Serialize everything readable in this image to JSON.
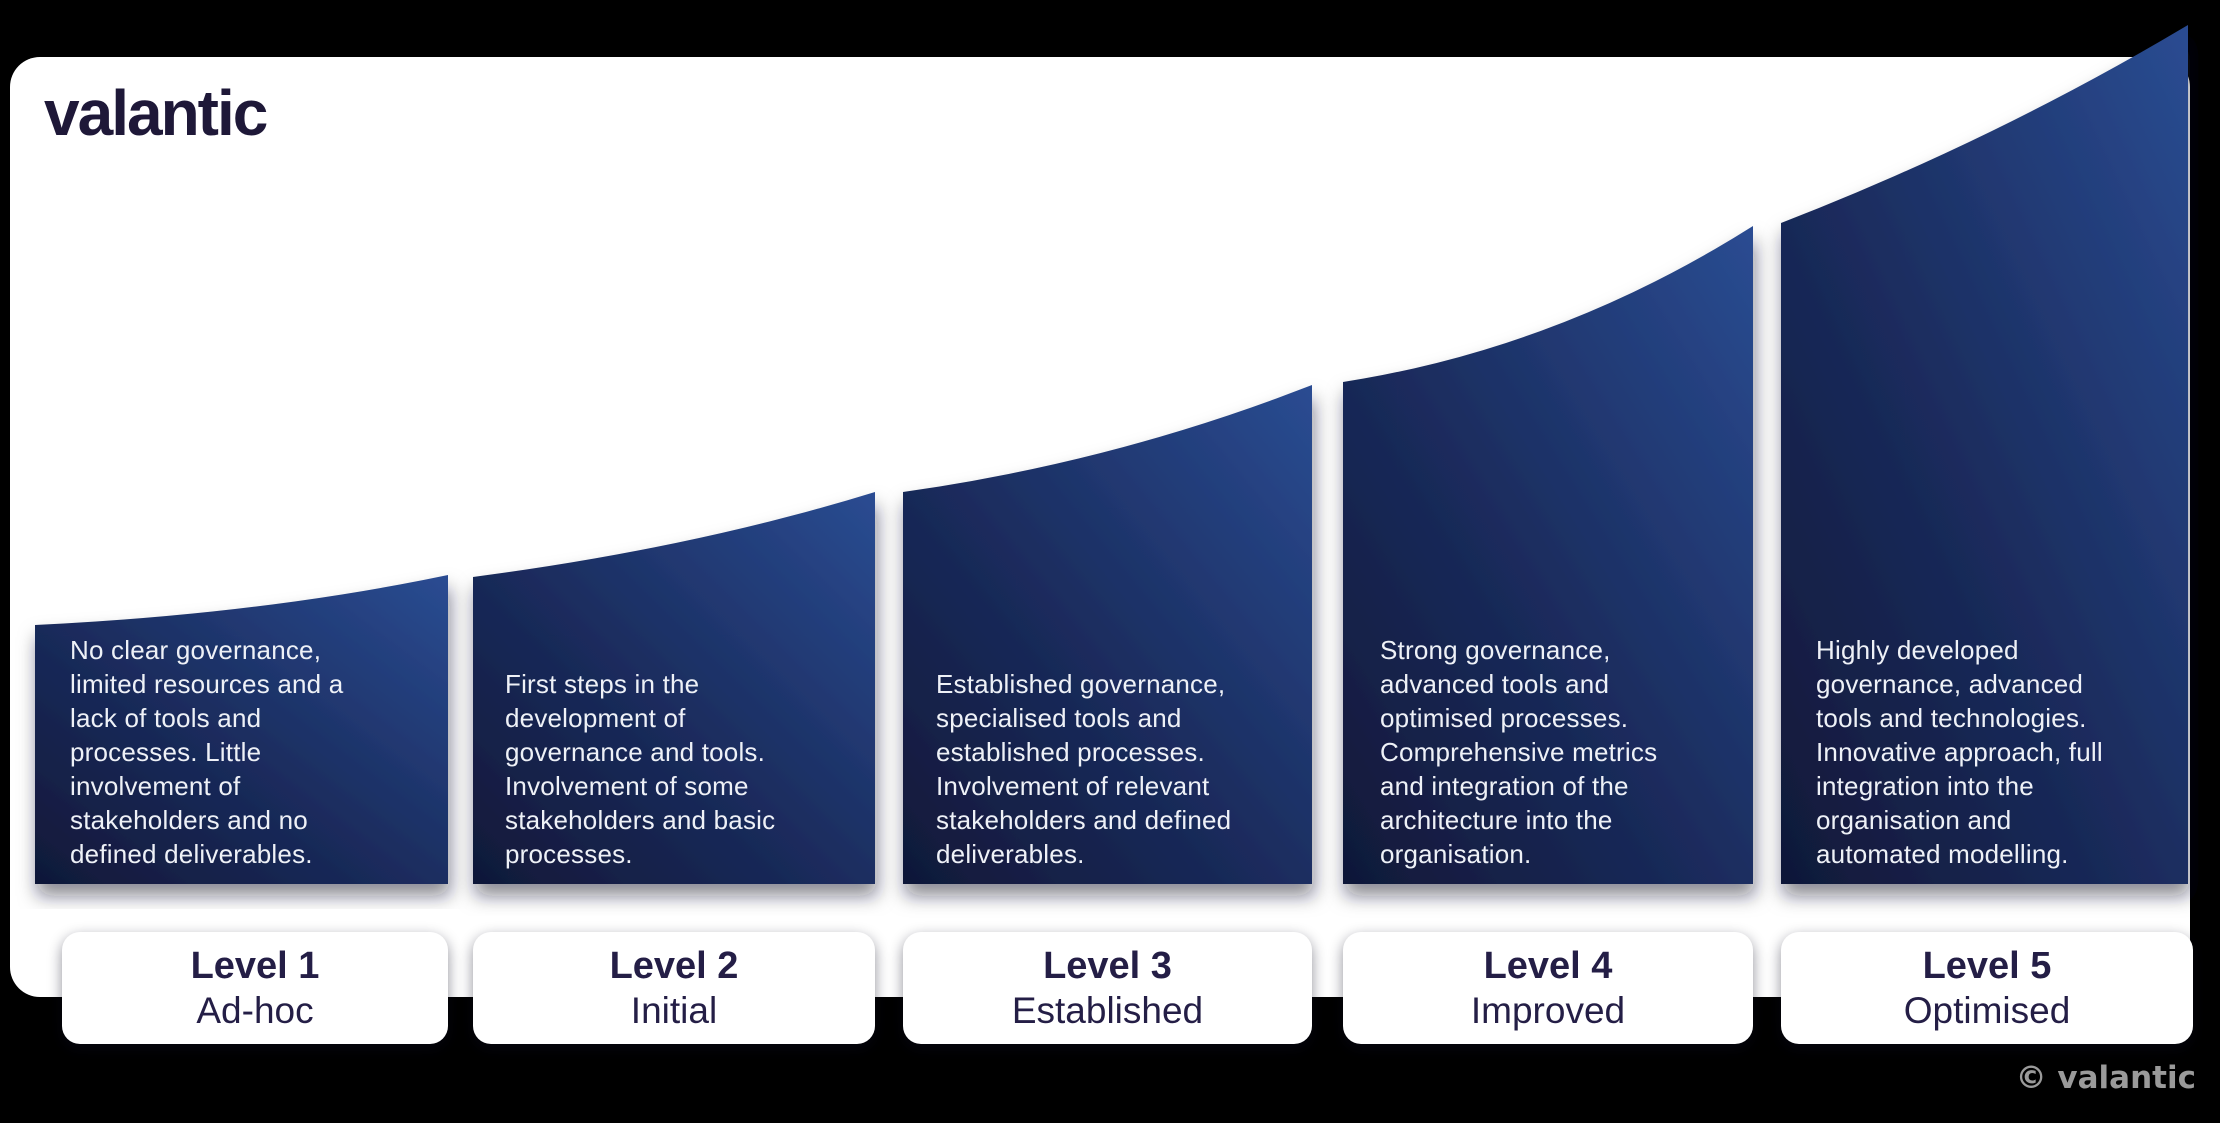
{
  "brand": {
    "logo_text": "valantic",
    "copyright_text": "© valantic"
  },
  "colors": {
    "background": "#000000",
    "canvas": "#ffffff",
    "wedge_gradient_dark": "#101838",
    "wedge_gradient_light": "#2a4c92",
    "level_text": "#241e46",
    "description_text": "#eef1f7",
    "copyright_text": "#9a9a9a"
  },
  "levels": [
    {
      "title": "Level 1",
      "subtitle": "Ad-hoc",
      "description": "No clear governance,\nlimited resources and a\nlack of tools and\nprocesses. Little\ninvolvement of\nstakeholders and no\ndefined deliverables."
    },
    {
      "title": "Level 2",
      "subtitle": "Initial",
      "description": "First steps in the\ndevelopment of\ngovernance and tools.\nInvolvement of some\nstakeholders and basic\nprocesses."
    },
    {
      "title": "Level 3",
      "subtitle": "Established",
      "description": "Established governance,\nspecialised tools and\nestablished processes.\nInvolvement of relevant\nstakeholders and defined\ndeliverables."
    },
    {
      "title": "Level 4",
      "subtitle": "Improved",
      "description": "Strong governance,\nadvanced tools and\noptimised processes.\nComprehensive metrics\nand integration of the\narchitecture into the\norganisation."
    },
    {
      "title": "Level 5",
      "subtitle": "Optimised",
      "description": "Highly developed\ngovernance, advanced\ntools and technologies.\nInnovative approach, full\nintegration into the\norganisation and\nautomated modelling."
    }
  ]
}
